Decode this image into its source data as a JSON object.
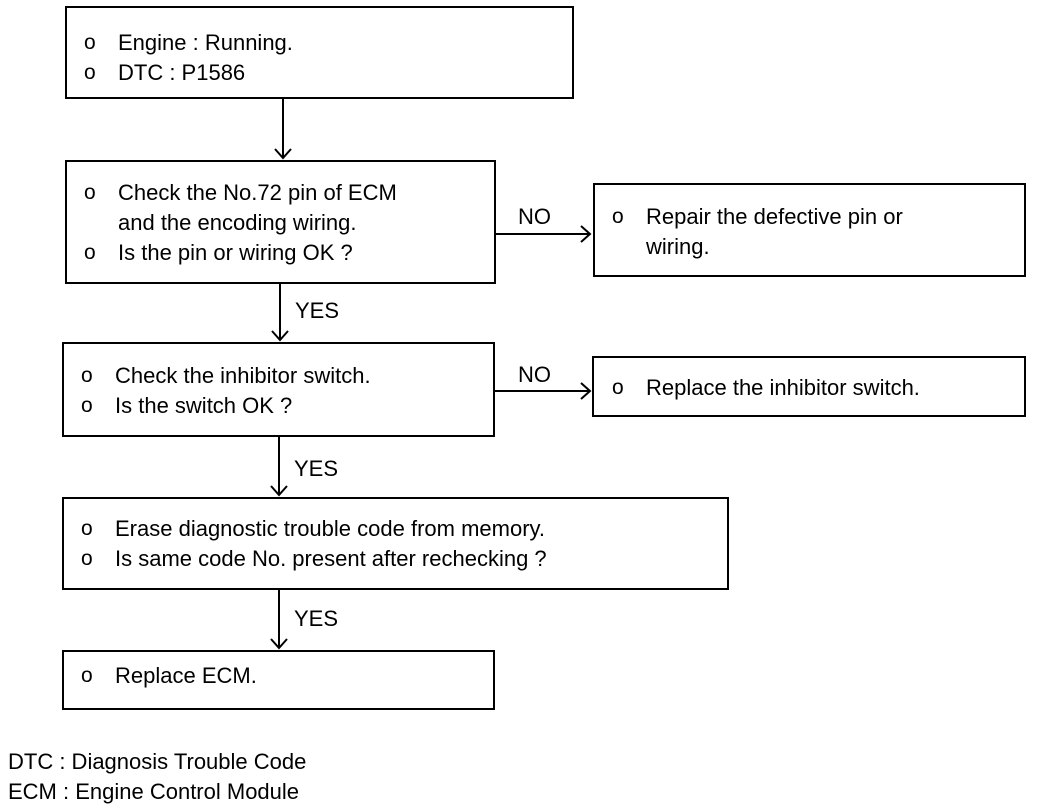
{
  "steps": [
    {
      "id": "engine-status",
      "items": [
        {
          "bullet": "o",
          "lines": [
            "Engine : Running."
          ]
        },
        {
          "bullet": "o",
          "lines": [
            "DTC : P1586"
          ]
        }
      ]
    },
    {
      "id": "check-pin",
      "items": [
        {
          "bullet": "o",
          "lines": [
            "Check the No.72 pin of ECM",
            "and the encoding wiring."
          ]
        },
        {
          "bullet": "o",
          "lines": [
            "Is the pin or wiring OK ?"
          ]
        }
      ]
    },
    {
      "id": "repair-pin",
      "items": [
        {
          "bullet": "o",
          "lines": [
            "Repair the defective pin or",
            "wiring."
          ]
        }
      ]
    },
    {
      "id": "check-switch",
      "items": [
        {
          "bullet": "o",
          "lines": [
            "Check the inhibitor switch."
          ]
        },
        {
          "bullet": "o",
          "lines": [
            "Is the switch OK ?"
          ]
        }
      ]
    },
    {
      "id": "replace-switch",
      "items": [
        {
          "bullet": "o",
          "lines": [
            "Replace the inhibitor switch."
          ]
        }
      ]
    },
    {
      "id": "erase-code",
      "items": [
        {
          "bullet": "o",
          "lines": [
            "Erase diagnostic trouble code from memory."
          ]
        },
        {
          "bullet": "o",
          "lines": [
            "Is same code No. present after rechecking ?"
          ]
        }
      ]
    },
    {
      "id": "replace-ecm",
      "items": [
        {
          "bullet": "o",
          "lines": [
            "Replace ECM."
          ]
        }
      ]
    }
  ],
  "edge_labels": {
    "no_1": "NO",
    "yes_1": "YES",
    "no_2": "NO",
    "yes_2": "YES",
    "yes_3": "YES"
  },
  "legend": [
    "DTC : Diagnosis Trouble Code",
    "ECM : Engine Control Module"
  ]
}
